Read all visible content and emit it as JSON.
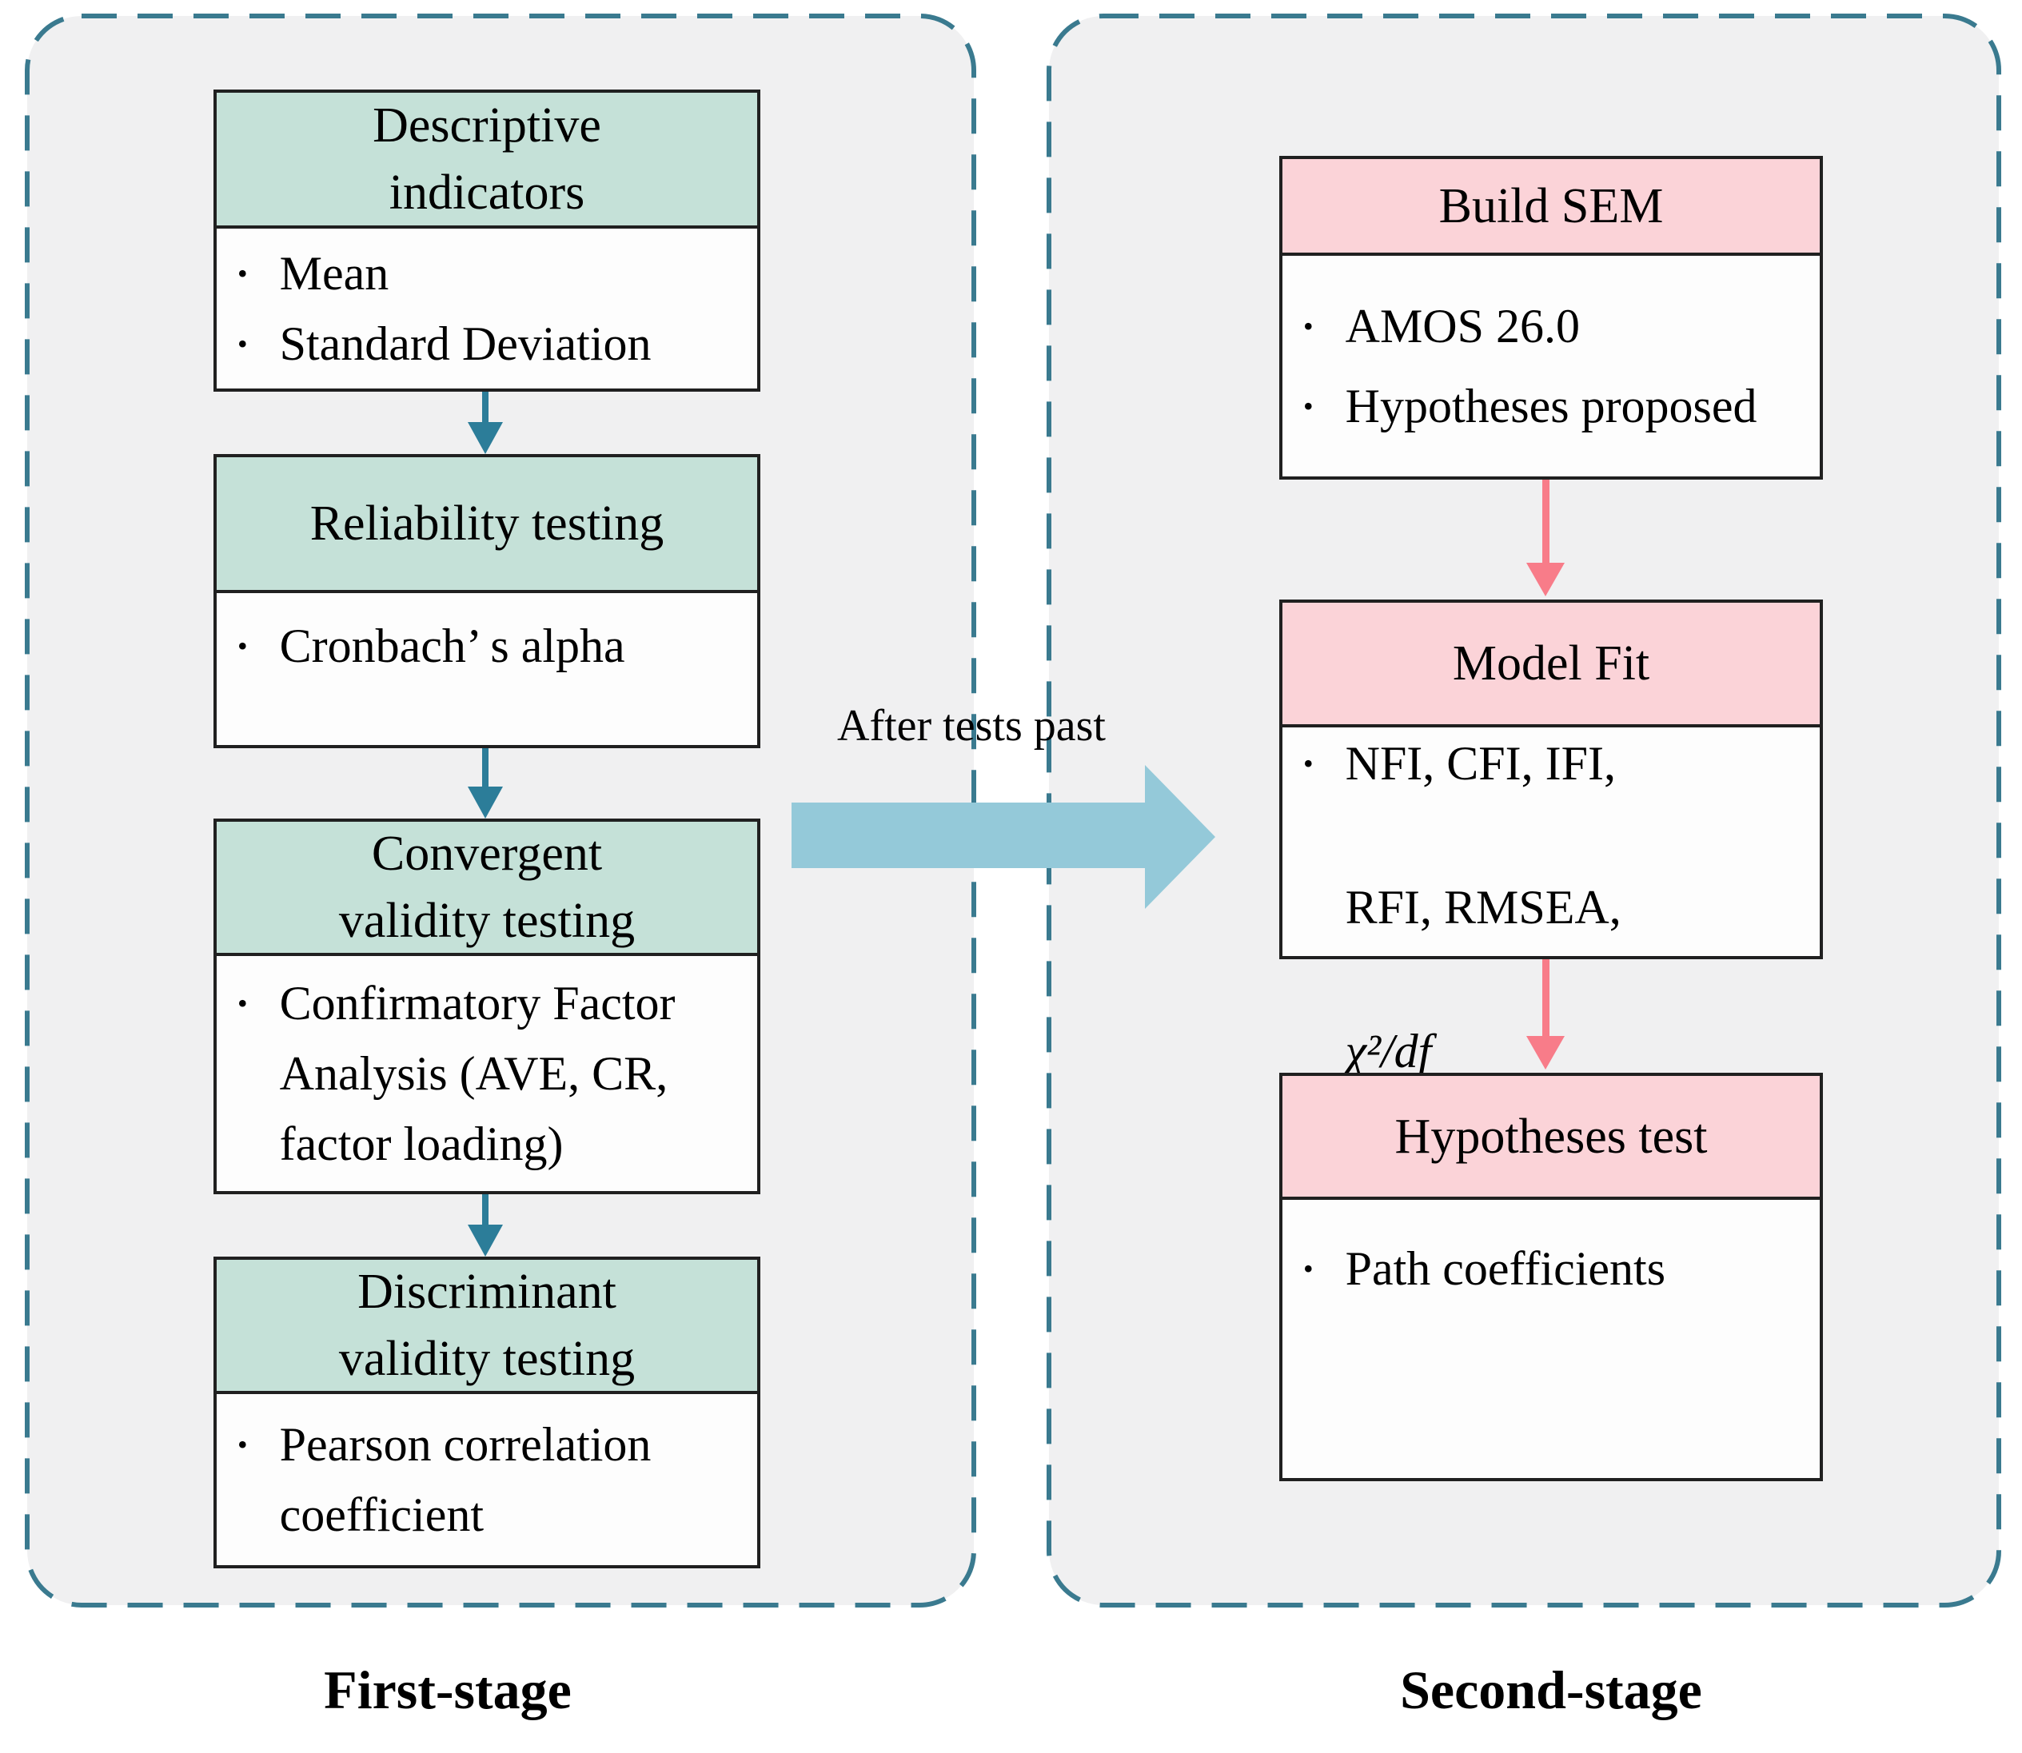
{
  "stage1": {
    "label": "First-stage",
    "boxes": [
      {
        "title": "Descriptive\nindicators",
        "items": [
          "Mean",
          "Standard Deviation"
        ]
      },
      {
        "title": "Reliability testing",
        "items": [
          "Cronbach’ s alpha"
        ]
      },
      {
        "title": "Convergent\nvalidity testing",
        "items": [
          "Confirmatory Factor\nAnalysis (AVE, CR,\nfactor loading)"
        ]
      },
      {
        "title": "Discriminant\nvalidity testing",
        "items": [
          "Pearson correlation\ncoefficient"
        ]
      }
    ]
  },
  "stage2": {
    "label": "Second-stage",
    "boxes": [
      {
        "title": "Build SEM",
        "items": [
          "AMOS 26.0",
          "Hypotheses proposed"
        ]
      },
      {
        "title": "Model Fit",
        "items": [
          "NFI, CFI, IFI,",
          "RFI, RMSEA,"
        ],
        "math": "χ²/df"
      },
      {
        "title": "Hypotheses test",
        "items": [
          "Path coefficients"
        ]
      }
    ]
  },
  "connector": {
    "label": "After tests past"
  },
  "icons": {
    "down_arrow": "css-triangle-down",
    "right_arrow": "css-triangle-right",
    "bullet": "•"
  },
  "colors": {
    "panel_background": "#f0f0f1",
    "panel_border": "#3a7a8f",
    "stage1_header": "#c5e1d8",
    "stage2_header": "#fbd3d8",
    "stage1_arrow": "#2c7d99",
    "stage2_arrow": "#f87c89",
    "transition_arrow": "#94c9d9",
    "box_border": "#202020"
  }
}
